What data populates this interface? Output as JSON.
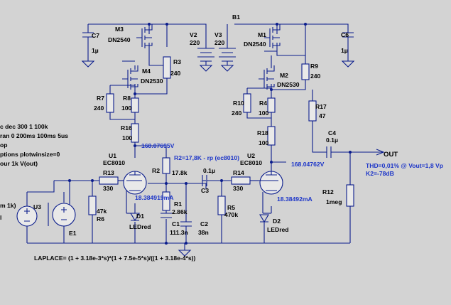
{
  "directives": {
    "ac": "c dec 300 1 100k",
    "tran": "ran 0 200ms 100ms 5us",
    "op": "op",
    "options": "ptions plotwinsize=0",
    "four": "our 1k V(out)",
    "src": "m 1k)"
  },
  "components": {
    "M3": {
      "name": "M3",
      "model": "DN2540"
    },
    "M4": {
      "name": "M4",
      "model": "DN2530"
    },
    "M1": {
      "name": "M1",
      "model": "DN2540"
    },
    "M2": {
      "name": "M2",
      "model": "DN2530"
    },
    "C7": {
      "name": "C7",
      "value": "1µ"
    },
    "C6": {
      "name": "C6",
      "value": "1µ"
    },
    "V2": {
      "name": "V2",
      "value": "220"
    },
    "V3": {
      "name": "V3",
      "value": "220"
    },
    "B1": {
      "name": "B1"
    },
    "R3": {
      "name": "R3",
      "value": "240"
    },
    "R7": {
      "name": "R7",
      "value": "240"
    },
    "R8": {
      "name": "R8",
      "value": "100"
    },
    "R16": {
      "name": "R16",
      "value": "100"
    },
    "R9": {
      "name": "R9",
      "value": "240"
    },
    "R10": {
      "name": "R10",
      "value": "240"
    },
    "R4": {
      "name": "R4",
      "value": "100"
    },
    "R17": {
      "name": "R17",
      "value": "47"
    },
    "R18": {
      "name": "R18",
      "value": "100"
    },
    "C4": {
      "name": "C4",
      "value": "0.1µ"
    },
    "U1": {
      "name": "U1",
      "model": "EC8010"
    },
    "U2": {
      "name": "U2",
      "model": "EC8010"
    },
    "R13": {
      "name": "R13",
      "value": "330"
    },
    "R14": {
      "name": "R14",
      "value": "330"
    },
    "R2": {
      "name": "R2",
      "value": "17.8k"
    },
    "C3": {
      "name": "C3",
      "value": "0.1µ"
    },
    "R1": {
      "name": "R1",
      "value": "2.86k"
    },
    "C1": {
      "name": "C1",
      "value": "111.3n"
    },
    "C2": {
      "name": "C2",
      "value": "38n"
    },
    "R5": {
      "name": "R5",
      "value": "470k"
    },
    "R6": {
      "name": "R6",
      "value": "47k"
    },
    "D1": {
      "name": "D1",
      "value": "LEDred"
    },
    "D2": {
      "name": "D2",
      "value": "LEDred"
    },
    "R12": {
      "name": "R12",
      "value": "1meg"
    },
    "U3": {
      "name": "U3"
    },
    "E1": {
      "name": "E1"
    }
  },
  "annotations": {
    "v_top_left": "168.07695V",
    "v_top_right": "168.04762V",
    "i_left": "18.384919mA",
    "i_right": "18.38492mA",
    "r2_note": "R2=17,8K - rp (ec8010)",
    "thd": "THD=0,01% @ Vout=1,8 Vp",
    "k2": "K2=-78dB",
    "out": "OUT",
    "laplace": "LAPLACE=  (1 + 3.18e-3*s)*(1 + 7.5e-5*s)/((1 + 3.18e-4*s))"
  },
  "colors": {
    "background": "#d3d3d3",
    "wire": "#0b1d8c",
    "annotation": "#1c35c8",
    "text": "#000000"
  }
}
